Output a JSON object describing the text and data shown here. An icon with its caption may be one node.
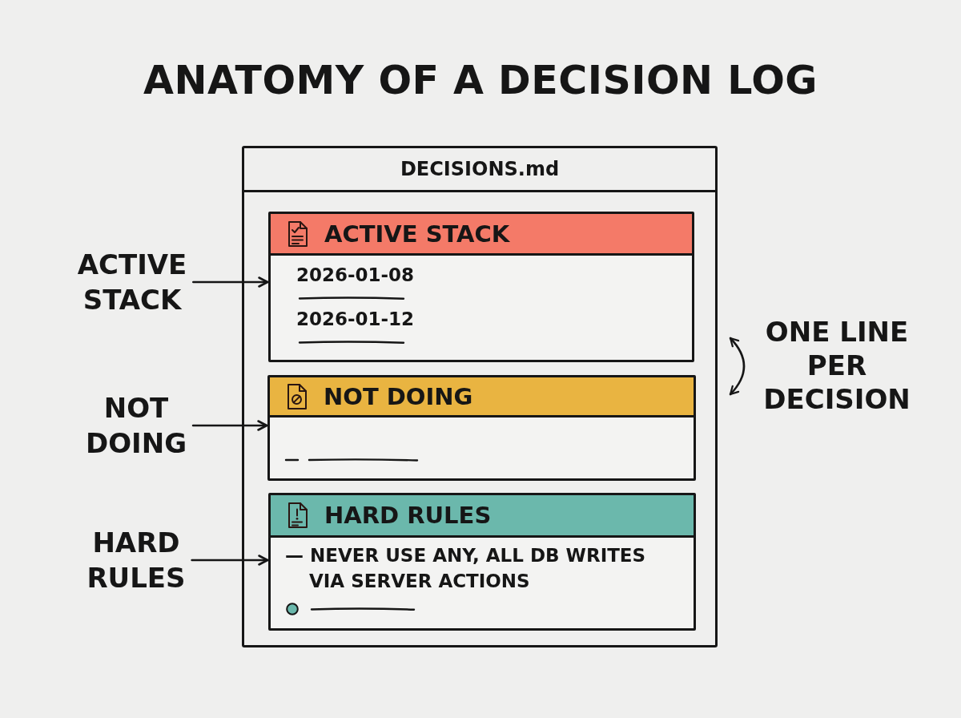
{
  "diagram": {
    "title": "ANATOMY OF A DECISION LOG",
    "nodes": [
      {
        "text": [
          "DECISIONS.md"
        ]
      },
      {
        "text": [
          "ACTIVE STACK",
          "2026-01-08",
          "2026-01-12"
        ],
        "in": 0
      },
      {
        "text": [
          "NOT DOING"
        ],
        "in": 0
      },
      {
        "text": [
          "HARD RULES",
          "— NEVER USE ANY, ALL DB WRITES VIA SERVER ACTIONS"
        ],
        "in": 0
      },
      {
        "text": [
          "ACTIVE STACK"
        ]
      },
      {
        "text": [
          "NOT DOING"
        ]
      },
      {
        "text": [
          "HARD RULES"
        ]
      }
    ],
    "edges": [
      {
        "from": 4,
        "to": 1,
        "arrow": "to"
      },
      {
        "from": 5,
        "to": 2,
        "arrow": "to"
      },
      {
        "from": 6,
        "to": 3,
        "arrow": "to"
      }
    ],
    "labels": [
      "ONE LINE PER DECISION"
    ]
  }
}
